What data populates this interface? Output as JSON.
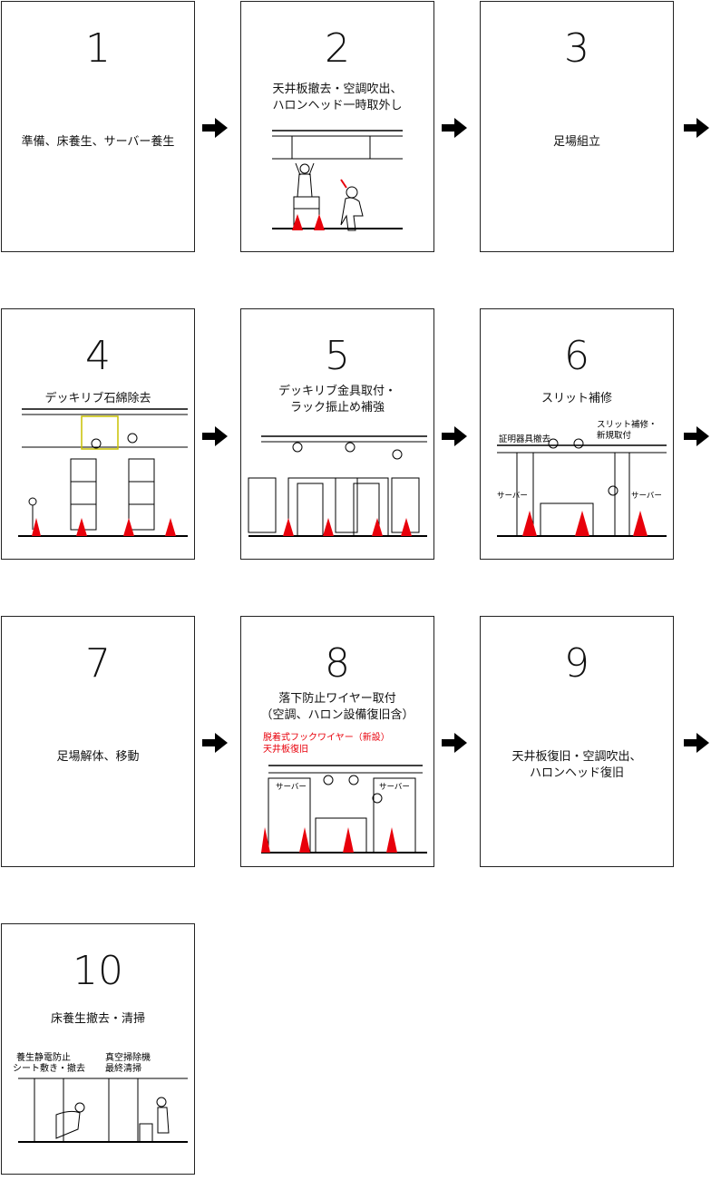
{
  "steps": [
    {
      "number": "1",
      "title": "準備、床養生、サーバー養生"
    },
    {
      "number": "2",
      "title": "天井板撤去・空調吹出、\nハロンヘッド一時取外し"
    },
    {
      "number": "3",
      "title": "足場組立"
    },
    {
      "number": "4",
      "title": "デッキリブ石綿除去"
    },
    {
      "number": "5",
      "title": "デッキリブ金具取付・\nラック振止め補強"
    },
    {
      "number": "6",
      "title": "スリット補修"
    },
    {
      "number": "7",
      "title": "足場解体、移動"
    },
    {
      "number": "8",
      "title": "落下防止ワイヤー取付\n（空調、ハロン設備復旧含）"
    },
    {
      "number": "9",
      "title": "天井板復旧・空調吹出、\nハロンヘッド復旧"
    },
    {
      "number": "10",
      "title": "床養生撤去・清掃"
    }
  ],
  "annotations": {
    "step6_left": "証明器具撤去",
    "step6_right_1": "スリット補修・",
    "step6_right_2": "新規取付",
    "server": "サーバー",
    "step8_red_1": "脱着式フックワイヤー（新設）",
    "step8_red_2": "天井板復旧",
    "step10_left_1": "養生静電防止",
    "step10_left_2": "シート敷き・撤去",
    "step10_right_1": "真空掃除機",
    "step10_right_2": "最終清掃"
  },
  "colors": {
    "cone": "#e8000b",
    "annotation_red": "#e8000b",
    "arrow": "#000000"
  }
}
